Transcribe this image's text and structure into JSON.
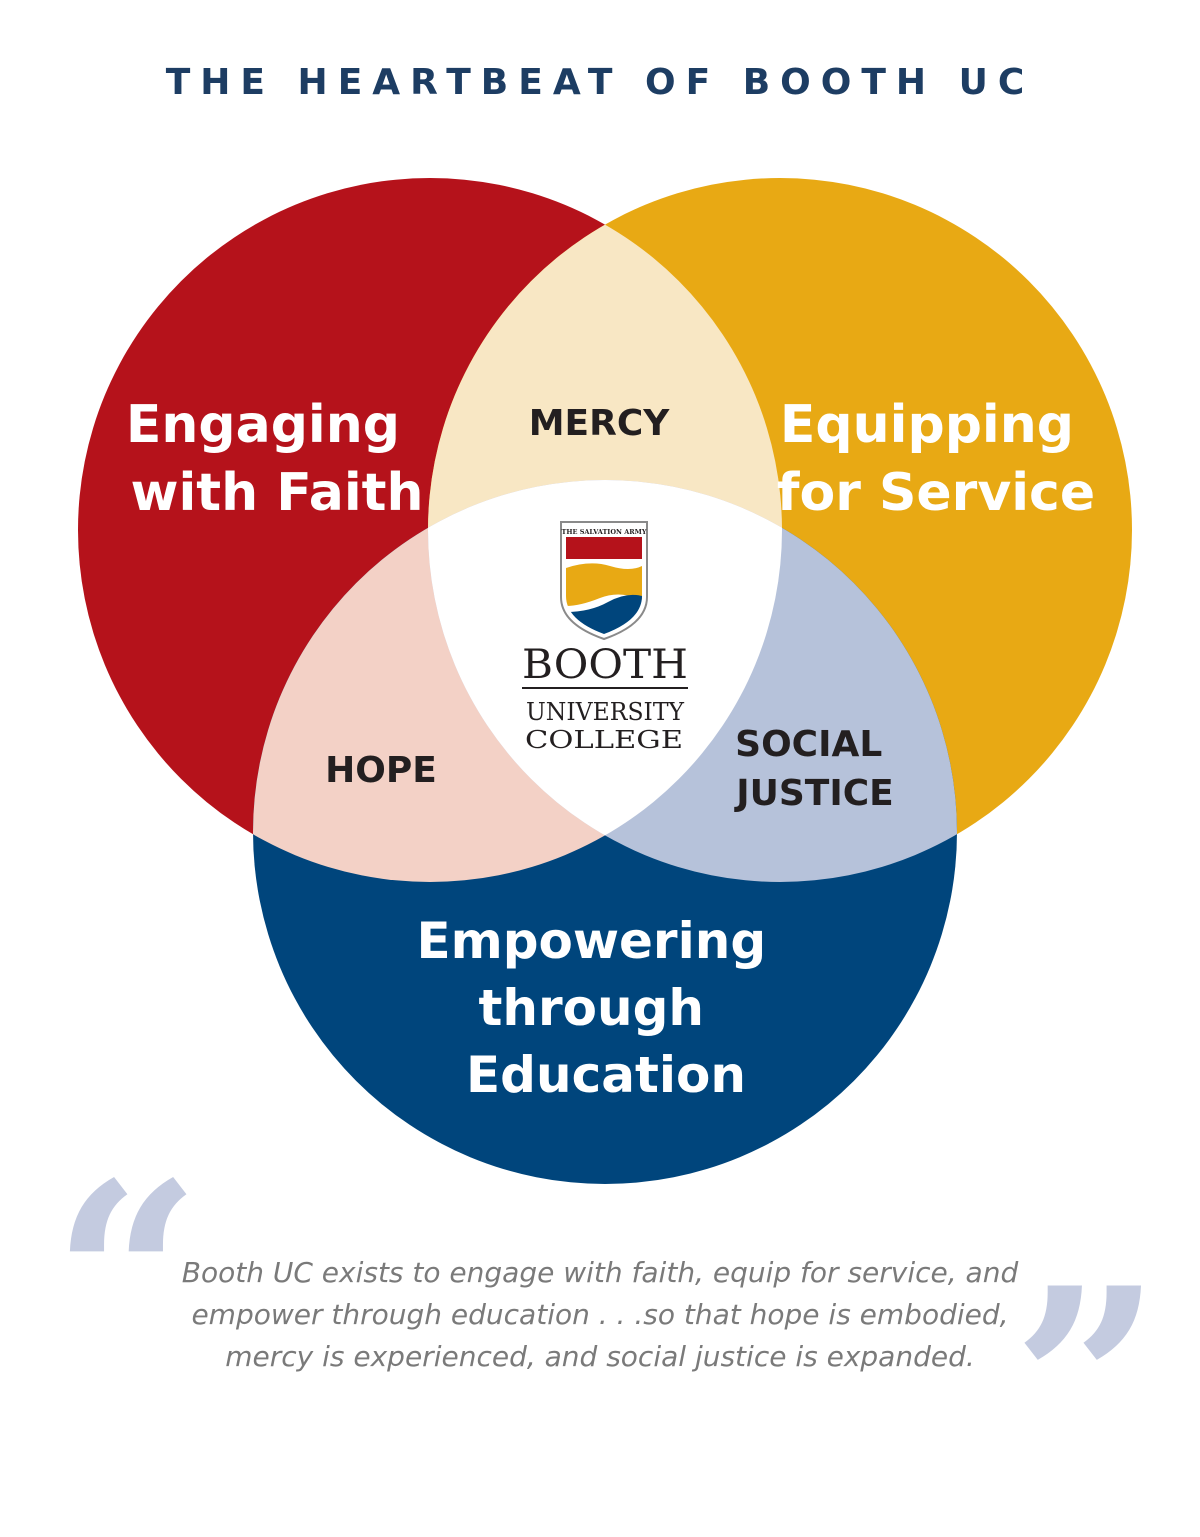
{
  "title": "THE HEARTBEAT OF BOOTH UC",
  "colors": {
    "faith": "#b5121b",
    "service": "#e8a914",
    "education": "#00457c",
    "mercy": "#f8e7c4",
    "hope": "#f3d1c6",
    "justice": "#b6c2da",
    "center": "#ffffff",
    "dark_text": "#231f20",
    "title": "#1d3d63"
  },
  "circles": {
    "faith": {
      "lines": [
        "Engaging",
        "with Faith"
      ]
    },
    "service": {
      "lines": [
        "Equipping",
        "for Service"
      ]
    },
    "education": {
      "lines": [
        "Empowering",
        "through",
        "Education"
      ]
    }
  },
  "overlaps": {
    "mercy": {
      "lines": [
        "MERCY"
      ]
    },
    "hope": {
      "lines": [
        "HOPE"
      ]
    },
    "justice": {
      "lines": [
        "SOCIAL",
        "JUSTICE"
      ]
    }
  },
  "logo": {
    "banner": "THE SALVATION ARMY",
    "name": "BOOTH",
    "line1": "UNIVERSITY",
    "line2": "COLLEGE"
  },
  "quote": {
    "open_mark": "“",
    "close_mark": "”",
    "lines": [
      "Booth UC exists to engage with faith, equip for service, and",
      "empower through education . . .so that hope is embodied,",
      "mercy is experienced, and social justice is expanded."
    ]
  }
}
